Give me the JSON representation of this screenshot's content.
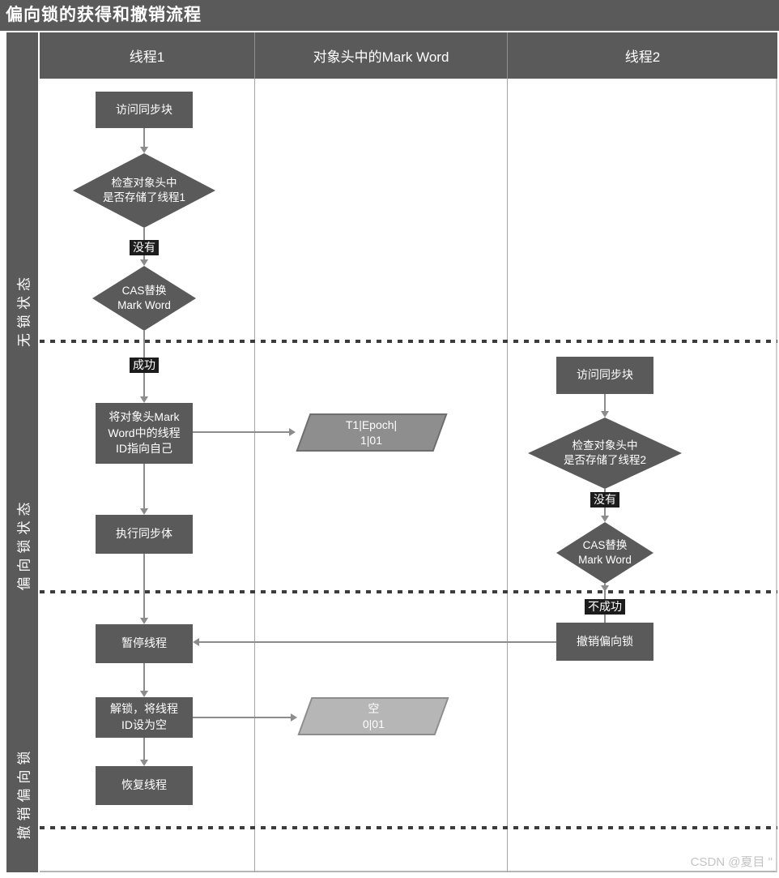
{
  "title": "偏向锁的获得和撤销流程",
  "header": {
    "columns": [
      "线程1",
      "对象头中的Mark Word",
      "线程2"
    ]
  },
  "sidebar": {
    "sections": [
      "无锁状态",
      "偏向锁状态",
      "撤销偏向锁"
    ]
  },
  "thread1": {
    "access_sync_block": "访问同步块",
    "check_header": "检查对象头中\n是否存储了线程1",
    "no_label": "没有",
    "cas_replace": "CAS替换\nMark Word",
    "success_label": "成功",
    "set_thread_id": "将对象头Mark\nWord中的线程\nID指向自己",
    "execute_sync_body": "执行同步体",
    "pause_thread": "暂停线程",
    "unlock": "解锁，将线程\nID设为空",
    "resume_thread": "恢复线程"
  },
  "mark_word": {
    "biased_record": "T1|Epoch|\n1|01",
    "empty_record": "空\n0|01"
  },
  "thread2": {
    "access_sync_block": "访问同步块",
    "check_header": "检查对象头中\n是否存储了线程2",
    "no_label": "没有",
    "cas_replace": "CAS替换\nMark Word",
    "fail_label": "不成功",
    "revoke_biased_lock": "撤销偏向锁"
  },
  "watermark": "CSDN @夏目 \"",
  "colors": {
    "lane_fill": "#5a5a5a",
    "node_fill": "#5a5a5a",
    "edge_label_bg": "#1c1c1c",
    "line_color": "#8c8c8c",
    "biased_markword_fill": "#8e8e8e",
    "empty_markword_fill": "#b6b6b6",
    "divider_color": "#a5a5a5",
    "dot_color": "#3c3c3c"
  }
}
